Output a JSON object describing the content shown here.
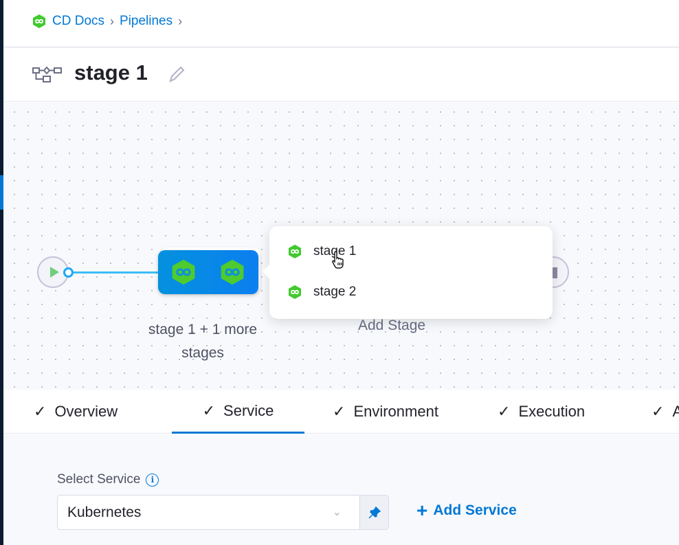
{
  "breadcrumb": {
    "items": [
      "CD Docs",
      "Pipelines"
    ]
  },
  "header": {
    "title": "stage 1"
  },
  "pipeline": {
    "group_label": "stage 1 + 1 more stages",
    "add_stage": "Add Stage",
    "popover_items": [
      "stage 1",
      "stage 2"
    ]
  },
  "tabs": [
    {
      "label": "Overview"
    },
    {
      "label": "Service",
      "active": true
    },
    {
      "label": "Environment"
    },
    {
      "label": "Execution"
    },
    {
      "label": "A"
    }
  ],
  "service": {
    "label": "Select Service",
    "value": "Kubernetes",
    "add_label": "Add Service"
  },
  "colors": {
    "accent": "#0278d5",
    "stage_green": "#3dc930",
    "dark_nav": "#0b1c2e"
  }
}
